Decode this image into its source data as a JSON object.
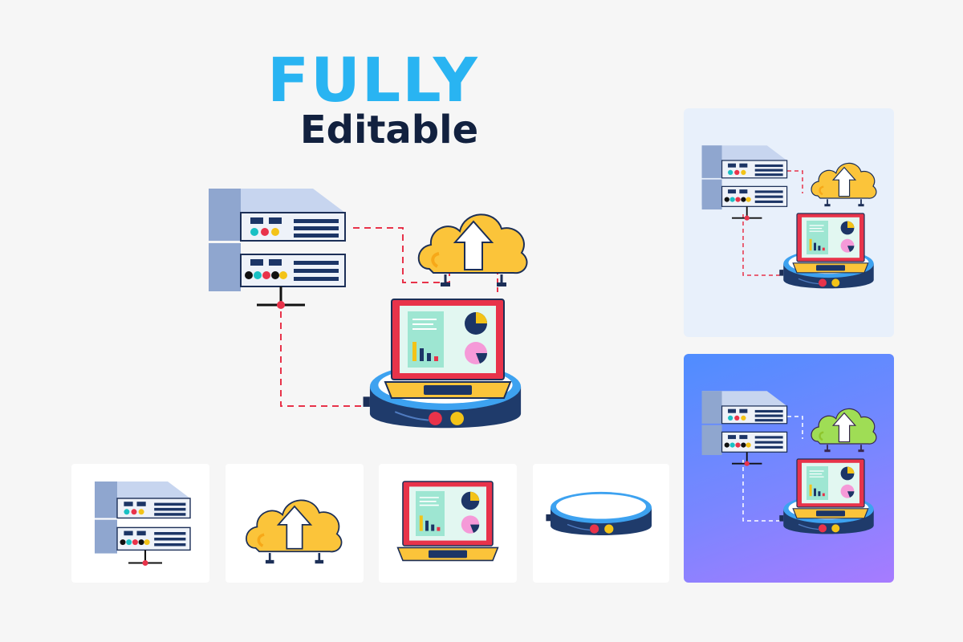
{
  "headline": {
    "line1": "FULLY",
    "line2": "Editable"
  },
  "colors": {
    "background": "#f6f6f6",
    "headline_blue": "#29b4f2",
    "headline_navy": "#12213f",
    "server_body": "#a9bde0",
    "cloud_yellow": "#fbc43a",
    "laptop_red": "#e8334a",
    "platform_navy": "#1f3b6b",
    "dashed_line": "#e8334a",
    "light_panel": "#e8f0fb",
    "gradient_top": "#4f8dff",
    "gradient_bottom": "#a77bff"
  },
  "panels": [
    {
      "name": "light-variant",
      "variant": "light"
    },
    {
      "name": "gradient-variant",
      "variant": "gradient"
    }
  ],
  "tiles": [
    {
      "name": "server-tile",
      "icon": "server-rack-icon"
    },
    {
      "name": "cloud-tile",
      "icon": "cloud-upload-icon"
    },
    {
      "name": "laptop-tile",
      "icon": "laptop-dashboard-icon"
    },
    {
      "name": "platform-tile",
      "icon": "platform-base-icon"
    }
  ]
}
